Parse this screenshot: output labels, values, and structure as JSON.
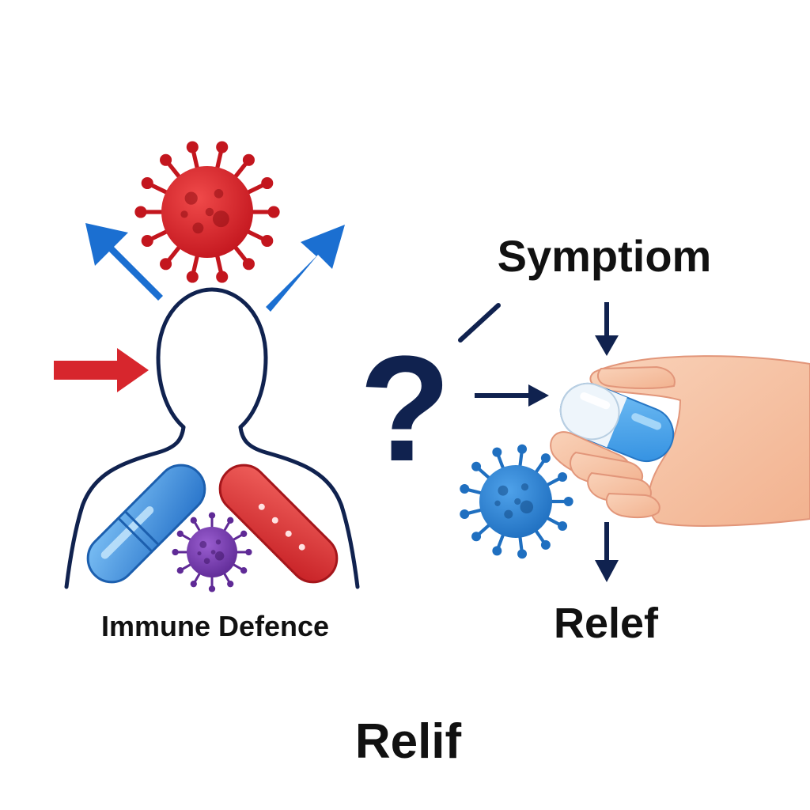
{
  "labels": {
    "symptom": "Symptiom",
    "question": "?",
    "immune": "Immune Defence",
    "relief_right": "Relef",
    "relief_bottom": "Relif"
  },
  "colors": {
    "navy": "#10224f",
    "blue_arrow": "#1b6fd1",
    "red_arrow": "#d7262d",
    "virus_red": "#d9262c",
    "virus_blue": "#2f86d6",
    "virus_purple": "#7a3fb0",
    "cell_blue": "#3b8ee0",
    "cell_red": "#dc3535",
    "skin": "#f6c2a3",
    "capsule_blue": "#4aa5ea",
    "capsule_white": "#eef5fb"
  },
  "icons": [
    "red-virus-icon",
    "blue-arrow-icon",
    "red-arrow-icon",
    "person-silhouette-icon",
    "blue-cell-icon",
    "red-cell-icon",
    "purple-virus-icon",
    "question-mark-icon",
    "navy-arrow-icon",
    "hand-icon",
    "capsule-icon",
    "blue-virus-icon"
  ]
}
